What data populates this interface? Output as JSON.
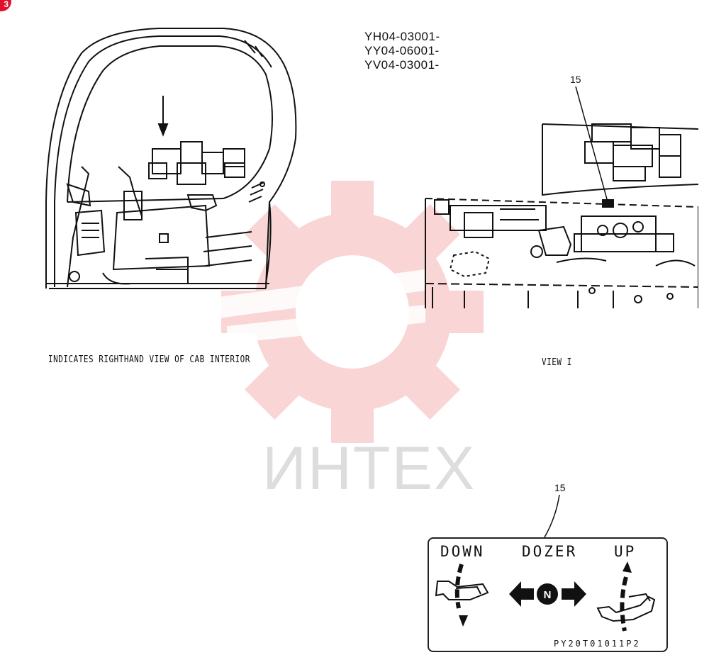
{
  "badge": {
    "text": "3"
  },
  "serials": [
    "YH04-03001-",
    "YY04-06001-",
    "YV04-03001-"
  ],
  "callout_top": "15",
  "callout_bottom": "15",
  "captions": {
    "left": "INDICATES RIGHTHAND VIEW OF CAB INTERIOR",
    "right": "VIEW I"
  },
  "watermark": {
    "word": "ИНТЕХ",
    "color": "#f2a3a3"
  },
  "decal": {
    "down": "DOWN",
    "dozer": "DOZER",
    "up": "UP",
    "neutral": "N",
    "code": "PY20T01011P2"
  }
}
